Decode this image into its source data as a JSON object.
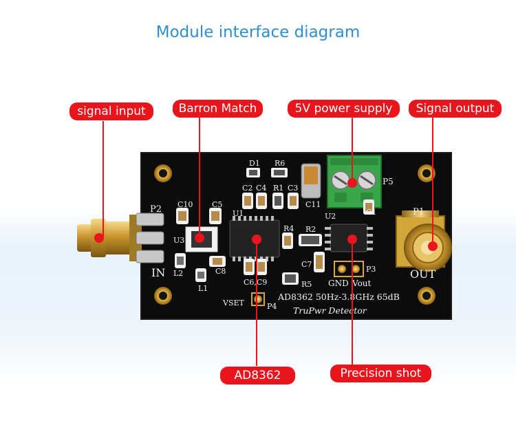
{
  "title": "Module interface diagram",
  "callouts": {
    "signal_input": "signal input",
    "barron_match": "Barron Match",
    "power_supply": "5V power supply",
    "signal_output": "Signal output",
    "ad8362": "AD8362",
    "precision_shot": "Precision shot"
  },
  "silkscreen": {
    "p2": "P2",
    "in": "IN",
    "c10": "C10",
    "c5": "C5",
    "u3": "U3",
    "l2": "L2",
    "c8": "C8",
    "l1": "L1",
    "d1": "D1",
    "r6": "R6",
    "c2": "C2",
    "c4": "C4",
    "r1": "R1",
    "c3": "C3",
    "u1": "U1",
    "c11": "C11",
    "p5": "P5",
    "u2": "U2",
    "c1": "C1",
    "r4": "R4",
    "r2": "R2",
    "c7": "C7",
    "r5": "R5",
    "c6_c9": "C6,C9",
    "p3": "P3",
    "gnd": "GND",
    "vout": "Vout",
    "vset": "VSET",
    "p4": "P4",
    "p1": "P1",
    "out": "OUT",
    "board_line1": "AD8362 50Hz-3.8GHz 65dB",
    "board_line2": "TruPwr Detector"
  },
  "colors": {
    "callout_red": "#e9141c",
    "title_blue": "#2e8fcf",
    "pcb_black": "#0c0c0c",
    "terminal_green": "#3aa64a",
    "gold": "#d8a93a"
  }
}
